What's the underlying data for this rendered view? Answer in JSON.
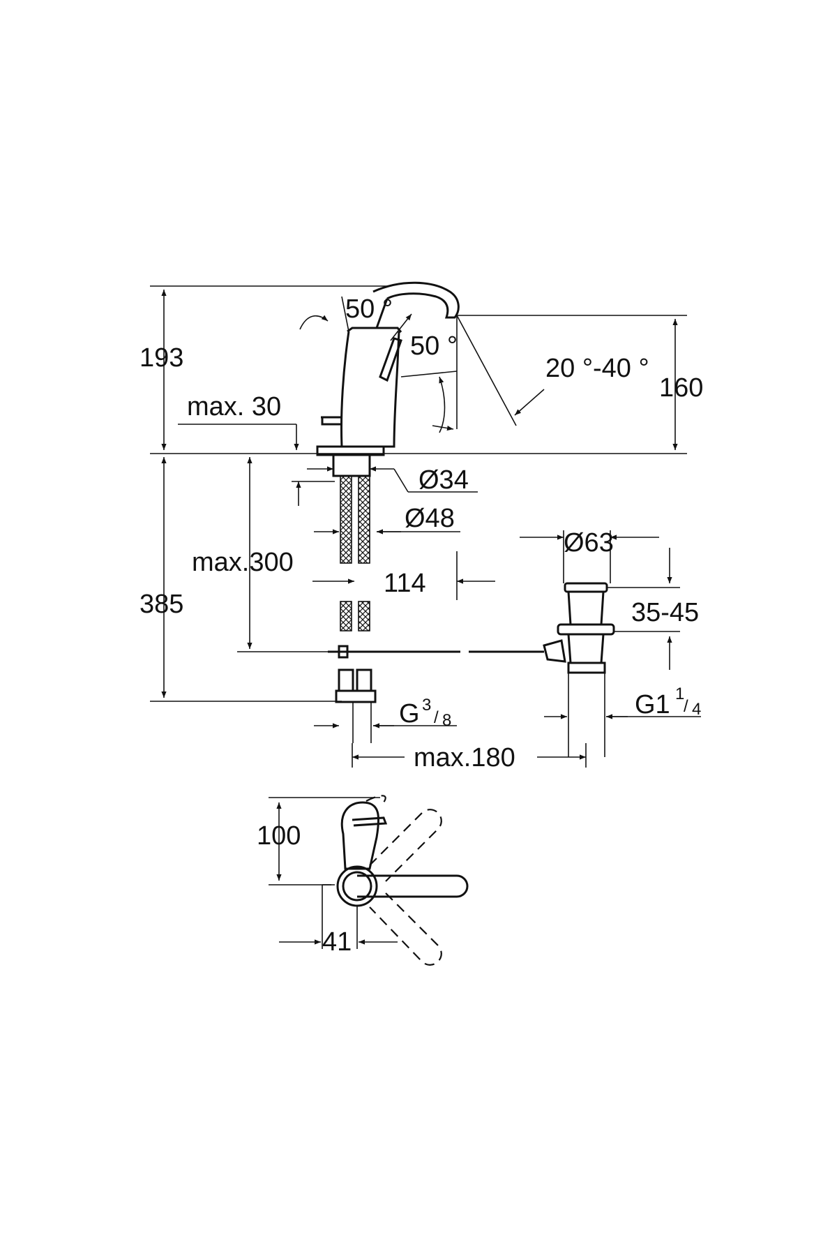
{
  "diagram": {
    "colors": {
      "line": "#111111",
      "background": "#ffffff"
    },
    "dimensions": {
      "height_total": "193",
      "angle_top": "50 °",
      "angle_lever": "50 °",
      "spout_angle": "20 °-40 °",
      "spout_height": "160",
      "max_deck": "max. 30",
      "diameter_34": "Ø34",
      "diameter_48": "Ø48",
      "max_300": "max.300",
      "depth_385": "385",
      "spacing_114": "114",
      "diameter_63": "Ø63",
      "range_35_45": "35-45",
      "thread_g38_base": "G",
      "thread_g38_num": "3",
      "thread_g38_den": "8",
      "thread_g114_base": "G1",
      "thread_g114_num": "1",
      "thread_g114_den": "4",
      "max_180": "max.180",
      "lever_100": "100",
      "lever_41": "41"
    }
  }
}
